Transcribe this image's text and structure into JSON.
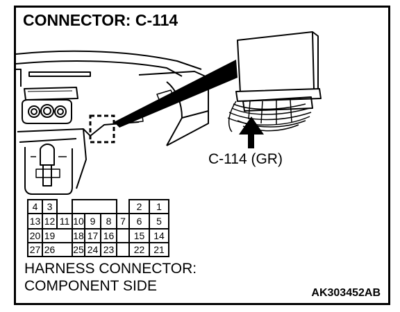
{
  "title": "CONNECTOR: C-114",
  "callout": "C-114 (GR)",
  "caption_line1": "HARNESS CONNECTOR:",
  "caption_line2": "COMPONENT SIDE",
  "figure_code": "AK303452AB",
  "pins": {
    "p1": "1",
    "p2": "2",
    "p3": "3",
    "p4": "4",
    "p5": "5",
    "p6": "6",
    "p7": "7",
    "p8": "8",
    "p9": "9",
    "p10": "10",
    "p11": "11",
    "p12": "12",
    "p13": "13",
    "p14": "14",
    "p15": "15",
    "p16": "16",
    "p17": "17",
    "p18": "18",
    "p19": "19",
    "p20": "20",
    "p21": "21",
    "p22": "22",
    "p23": "23",
    "p24": "24",
    "p25": "25",
    "p26": "26",
    "p27": "27"
  }
}
